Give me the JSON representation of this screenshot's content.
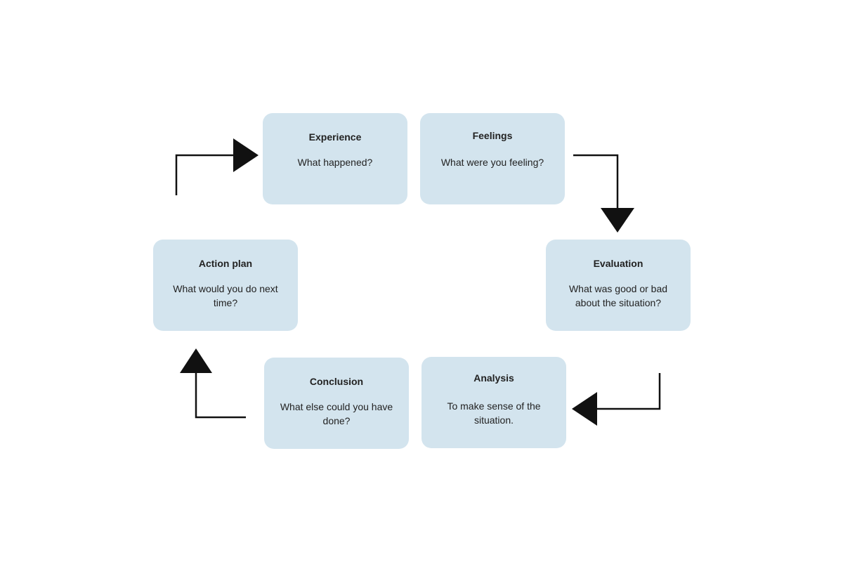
{
  "diagram": {
    "nodes": [
      {
        "id": "experience",
        "title": "Experience",
        "description": "What happened?"
      },
      {
        "id": "feelings",
        "title": "Feelings",
        "description": "What were you feeling?"
      },
      {
        "id": "evaluation",
        "title": "Evaluation",
        "description": "What was good or bad about the situation?"
      },
      {
        "id": "analysis",
        "title": "Analysis",
        "description": "To make sense of the situation."
      },
      {
        "id": "conclusion",
        "title": "Conclusion",
        "description": "What else could you have done?"
      },
      {
        "id": "action_plan",
        "title": "Action plan",
        "description": "What would you do next time?"
      }
    ],
    "edges": [
      {
        "from": "feelings",
        "to": "evaluation"
      },
      {
        "from": "evaluation",
        "to": "analysis"
      },
      {
        "from": "conclusion",
        "to": "action_plan"
      },
      {
        "from": "action_plan",
        "to": "experience"
      }
    ],
    "colors": {
      "box_fill": "#d3e4ee",
      "text": "#222222",
      "arrow": "#111111"
    }
  }
}
